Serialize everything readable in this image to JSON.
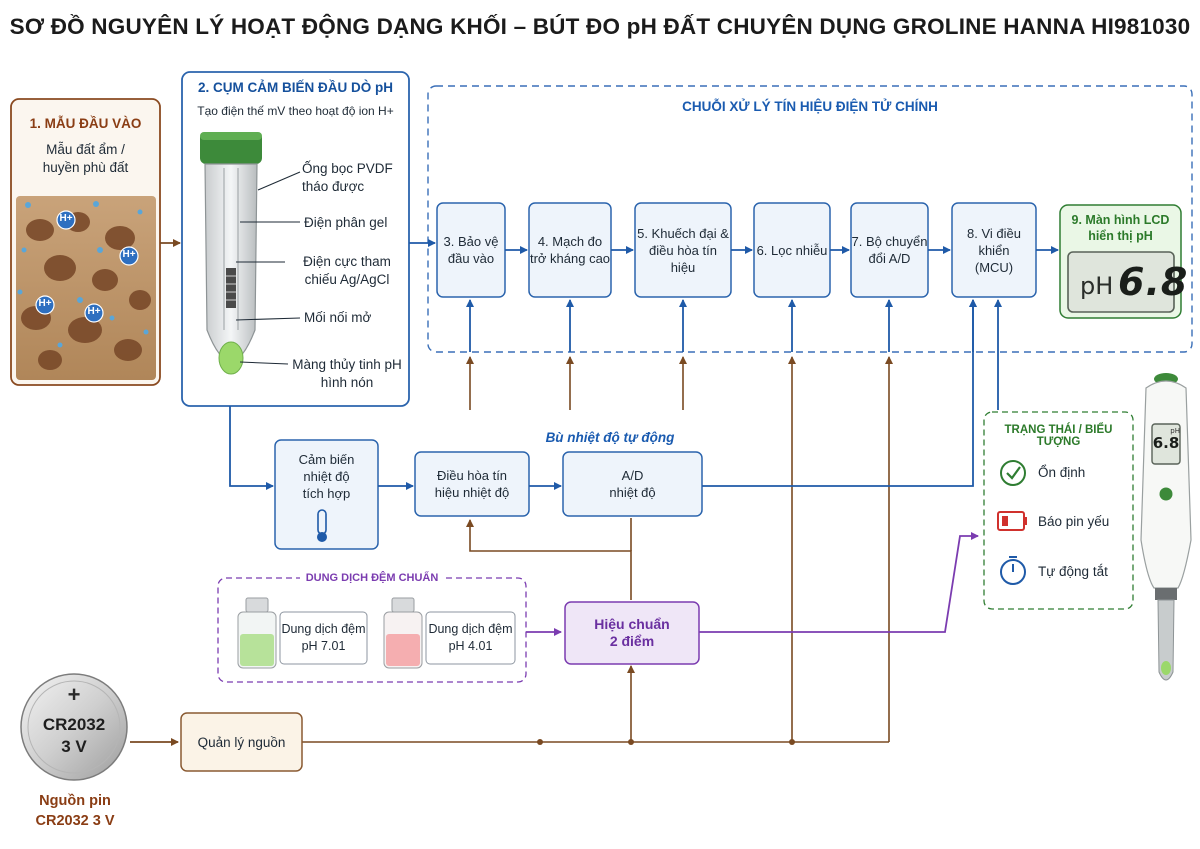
{
  "title": "SƠ ĐỒ NGUYÊN LÝ HOẠT ĐỘNG DẠNG KHỐI – BÚT ĐO pH ĐẤT CHUYÊN DỤNG GROLINE HANNA HI981030",
  "sample": {
    "title": "1. MẪU ĐẦU VÀO",
    "line1": "Mẫu đất ẩm /",
    "line2": "huyền phù đất",
    "ion": "H+"
  },
  "probe": {
    "title": "2. CỤM CẢM BIẾN ĐẦU DÒ pH",
    "subtitle": "Tạo điện thế mV theo hoạt độ ion H+",
    "labels": [
      "Ống bọc PVDF tháo được",
      "Điện phân gel",
      "Điện cực tham chiếu Ag/AgCl",
      "Mối nối mở",
      "Màng thủy tinh pH hình nón"
    ]
  },
  "chain": {
    "title": "CHUỖI XỬ LÝ TÍN HIỆU ĐIỆN TỬ CHÍNH"
  },
  "blocks": {
    "b3": {
      "line1": "3. Bảo vệ",
      "line2": "đầu vào"
    },
    "b4": {
      "line1": "4.  Mạch đo",
      "line2": "trở kháng cao"
    },
    "b5": {
      "line1": "5. Khuếch đại &",
      "line2": "điều hòa tín hiệu"
    },
    "b6": {
      "line1": "6. Lọc nhiễu"
    },
    "b7": {
      "line1": "7. Bộ chuyển",
      "line2": "đổi A/D"
    },
    "b8": {
      "line1": "8. Vi điều khiển",
      "line2": "(MCU)"
    }
  },
  "lcd": {
    "title1": "9. Màn hình LCD",
    "title2": "hiển thị pH",
    "unit": "pH",
    "value": "6.8"
  },
  "temp": {
    "sensor": {
      "line1": "Cảm biến",
      "line2": "nhiệt độ",
      "line3": "tích hợp"
    },
    "label": "Bù nhiệt độ tự động",
    "cond": {
      "line1": "Điều hòa tín",
      "line2": "hiệu nhiệt độ"
    },
    "ad": {
      "line1": "A/D",
      "line2": "nhiệt độ"
    }
  },
  "buffer": {
    "title": "DUNG DỊCH ĐỆM CHUẨN",
    "sol1": {
      "line1": "Dung dịch đệm",
      "line2": "pH 7.01"
    },
    "sol2": {
      "line1": "Dung dịch đệm",
      "line2": "pH 4.01"
    }
  },
  "calib": {
    "line1": "Hiệu chuẩn",
    "line2": "2 điểm"
  },
  "status": {
    "title": "TRẠNG THÁI / BIỂU TƯỢNG",
    "items": [
      "Ổn định",
      "Báo pin yếu",
      "Tự động tắt"
    ]
  },
  "pen": {
    "display_value": "6.8",
    "display_unit": "pH"
  },
  "power": {
    "battery_symbol": "+",
    "battery_line1": "CR2032",
    "battery_line2": "3 V",
    "caption1": "Nguồn pin",
    "caption2": "CR2032 3 V",
    "management": "Quản lý nguồn"
  },
  "colors": {
    "blue": "#1f5aa8",
    "brown": "#7a4a22",
    "purple": "#7b3cb0",
    "green": "#2f7d32",
    "block_fill": "#eef4fb",
    "block_stroke": "#2b64ad"
  }
}
